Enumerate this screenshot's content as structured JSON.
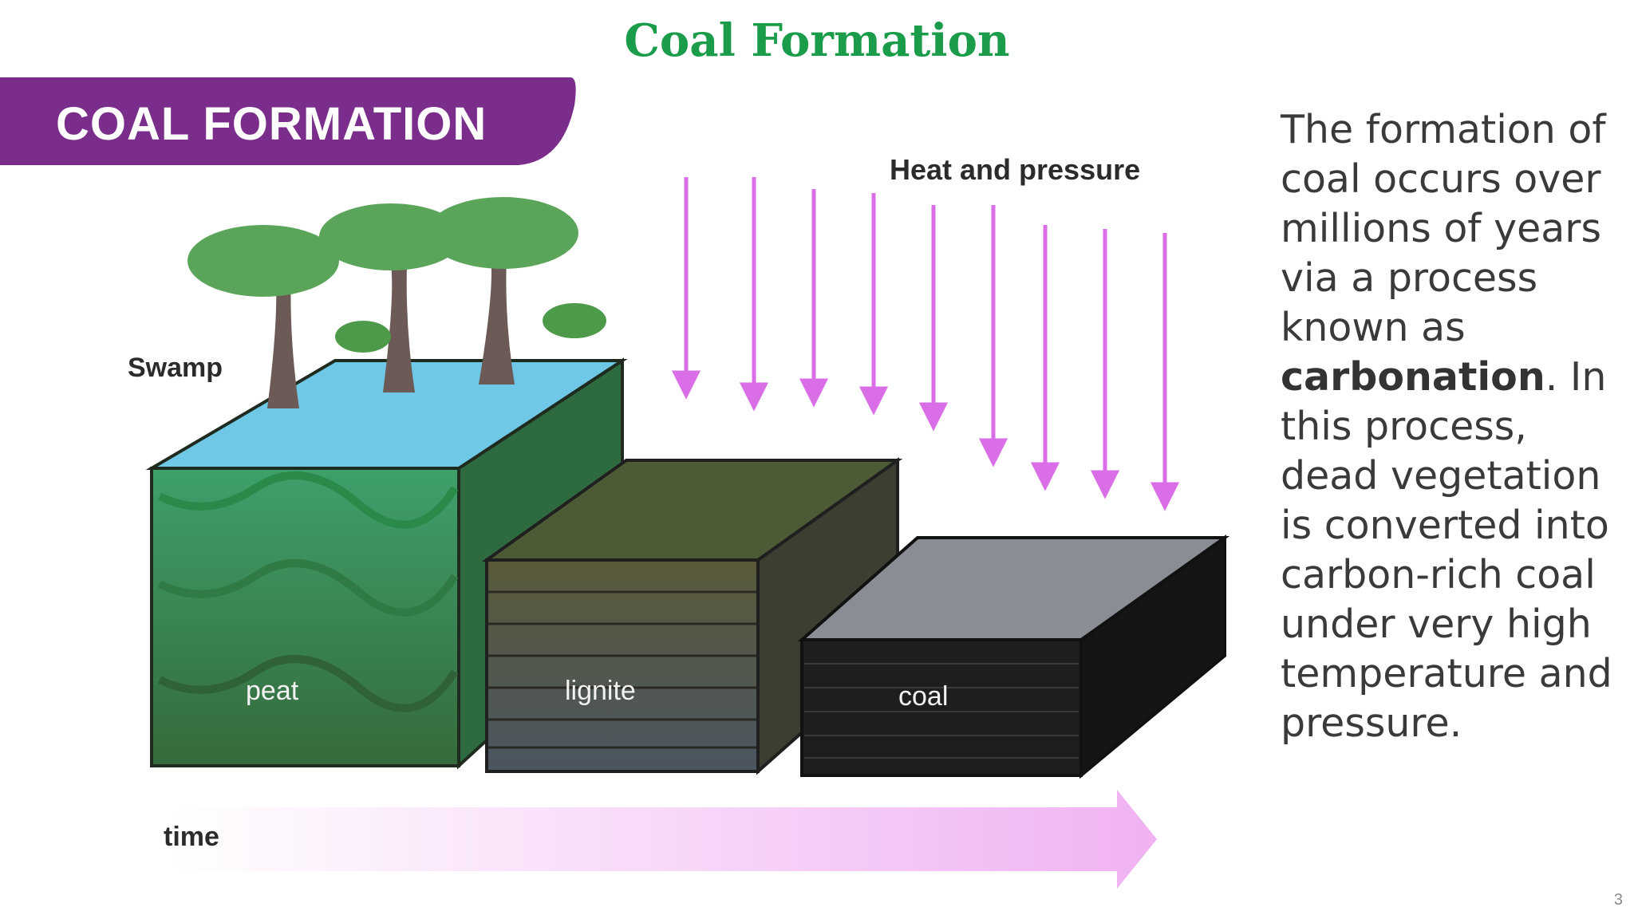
{
  "slide": {
    "title": "Coal Formation",
    "page_number": "3"
  },
  "figure": {
    "banner": "COAL FORMATION",
    "labels": {
      "swamp": "Swamp",
      "heat": "Heat and pressure",
      "time": "time",
      "peat": "peat",
      "lignite": "lignite",
      "coal": "coal"
    }
  },
  "description": {
    "before": "The formation of coal occurs over millions of years via a process known as ",
    "term": "carbonation",
    "after": ". In this process, dead vegetation is converted into carbon-rich coal under very high temperature and pressure."
  },
  "colors": {
    "title": "#1a9c4a",
    "banner": "#7b2d8b",
    "arrows": "#d96ee6",
    "time_arrow": "#f0b8f2"
  }
}
